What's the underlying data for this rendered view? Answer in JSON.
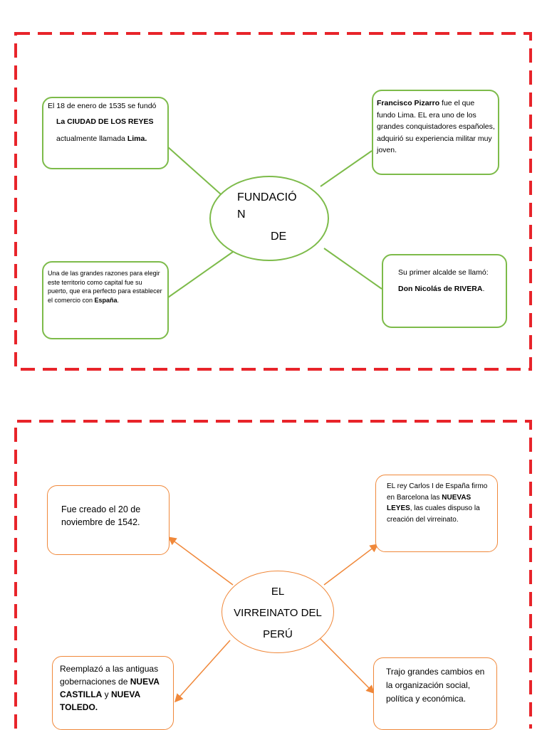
{
  "colors": {
    "dash_border": "#e8242a",
    "green": "#7dbb4a",
    "orange": "#f0883a"
  },
  "fundacion": {
    "center": {
      "line1": "FUNDACIÓ",
      "line2": "N",
      "line3": "DE"
    },
    "box_top_left": {
      "line1": "El 18 de enero de 1535 se fundó",
      "line2": "La CIUDAD DE LOS REYES",
      "line3_pre": "actualmente llamada ",
      "line3_bold": "Lima."
    },
    "box_top_right": {
      "bold": "Francisco Pizarro",
      "rest": " fue el que fundo Lima. EL era uno de los grandes conquistadores españoles, adquirió su experiencia militar muy joven."
    },
    "box_bottom_left": {
      "text": "Una de las grandes razones para elegir este territorio como capital fue su puerto, que era perfecto para establecer el comercio con ",
      "bold": "España",
      "end": "."
    },
    "box_bottom_right": {
      "line1": "Su primer alcalde se llamó:",
      "bold": "Don Nicolás de RIVERA",
      "end": "."
    }
  },
  "virreinato": {
    "center": {
      "line1": "EL",
      "line2": "VIRREINATO DEL",
      "line3": "PERÚ"
    },
    "box_top_left": {
      "text": "Fue creado el 20 de noviembre de 1542."
    },
    "box_top_right": {
      "pre": "EL rey Carlos I de España firmo en Barcelona las ",
      "bold": "NUEVAS LEYES",
      "post": ", las cuales dispuso la creación del virreinato."
    },
    "box_bottom_left": {
      "pre": " Reemplazó a las antiguas gobernaciones de ",
      "bold1": "NUEVA CASTILLA",
      "mid": " y ",
      "bold2": "NUEVA TOLEDO."
    },
    "box_bottom_right": {
      "text": "Trajo grandes cambios en la organización social, política y económica."
    }
  }
}
